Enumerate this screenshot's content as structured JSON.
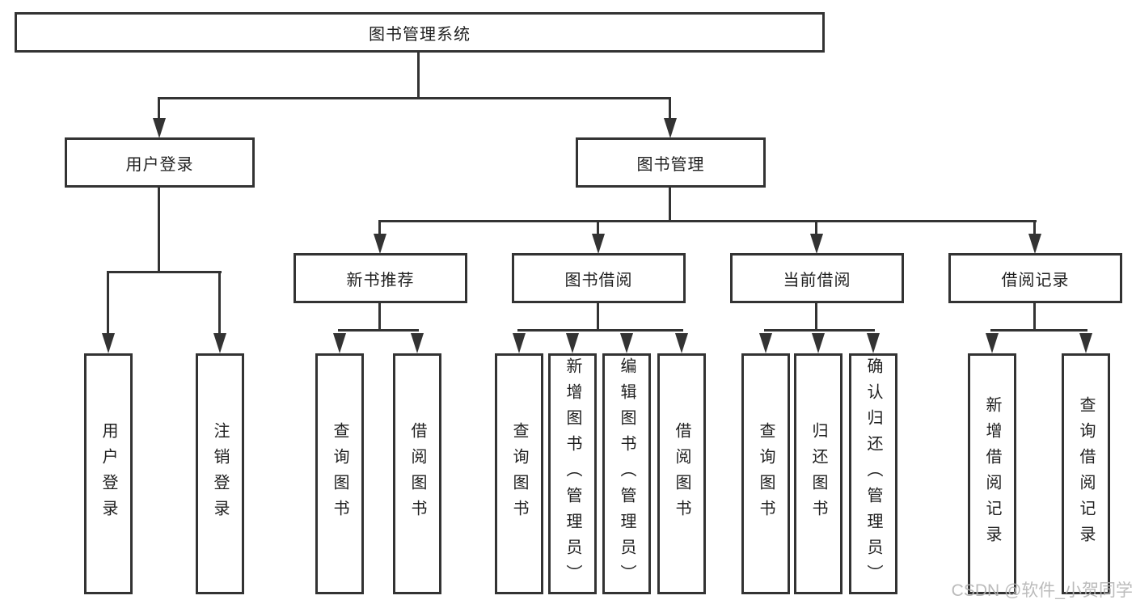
{
  "colors": {
    "line": "#333333",
    "text": "#1f1f1f",
    "background": "#ffffff",
    "watermark": "#b4b4b4"
  },
  "tree": {
    "root": {
      "label": "图书管理系统"
    },
    "branches": [
      {
        "label": "用户登录",
        "children": [
          {
            "label": "用户登录"
          },
          {
            "label": "注销登录"
          }
        ]
      },
      {
        "label": "图书管理",
        "children": [
          {
            "label": "新书推荐",
            "children": [
              {
                "label": "查询图书"
              },
              {
                "label": "借阅图书"
              }
            ]
          },
          {
            "label": "图书借阅",
            "children": [
              {
                "label": "查询图书"
              },
              {
                "label": "新增图书（管理员）"
              },
              {
                "label": "编辑图书（管理员）"
              },
              {
                "label": "借阅图书"
              }
            ]
          },
          {
            "label": "当前借阅",
            "children": [
              {
                "label": "查询图书"
              },
              {
                "label": "归还图书"
              },
              {
                "label": "确认归还（管理员）"
              }
            ]
          },
          {
            "label": "借阅记录",
            "children": [
              {
                "label": "新增借阅记录"
              },
              {
                "label": "查询借阅记录"
              }
            ]
          }
        ]
      }
    ]
  },
  "watermark": "CSDN @软件_小贺同学"
}
